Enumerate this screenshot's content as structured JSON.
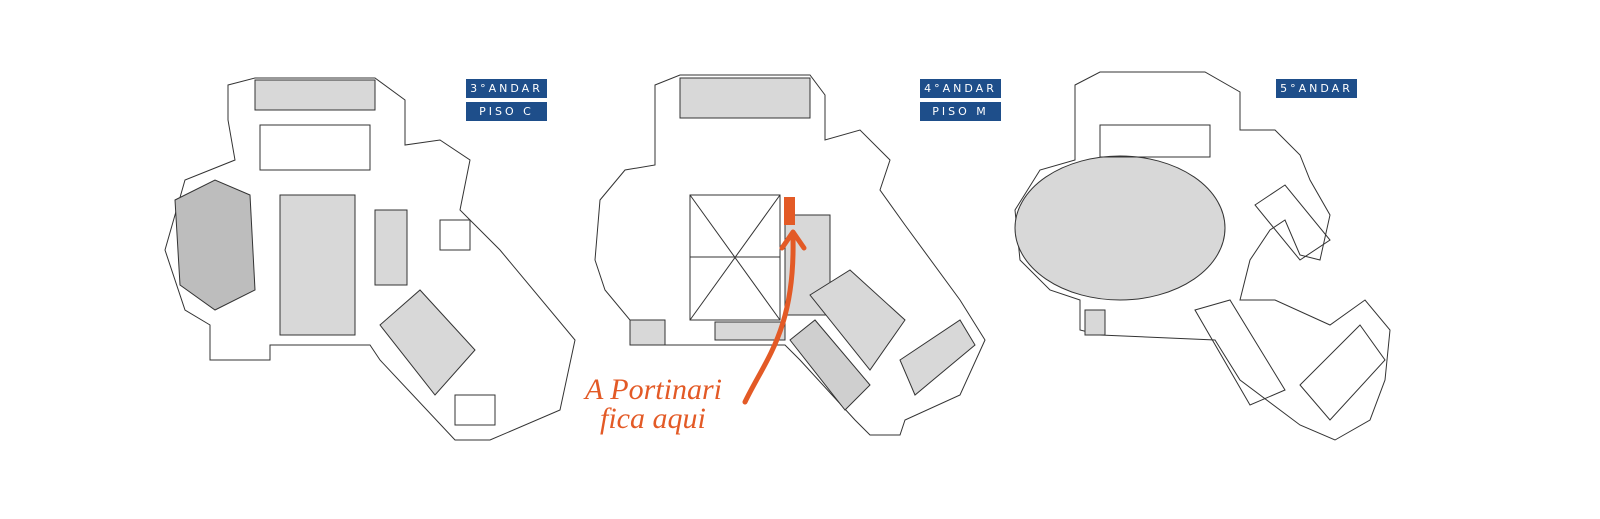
{
  "floors": [
    {
      "labels": [
        "3°ANDAR",
        "PISO C"
      ]
    },
    {
      "labels": [
        "4°ANDAR",
        "PISO M"
      ]
    },
    {
      "labels": [
        "5°ANDAR"
      ]
    }
  ],
  "annotation": {
    "line1": "A Portinari",
    "line2": "fica aqui"
  },
  "colors": {
    "label_bg": "#1e4e8a",
    "accent": "#e35a26",
    "room_fill": "#d8d8d8",
    "wall": "#333333"
  }
}
